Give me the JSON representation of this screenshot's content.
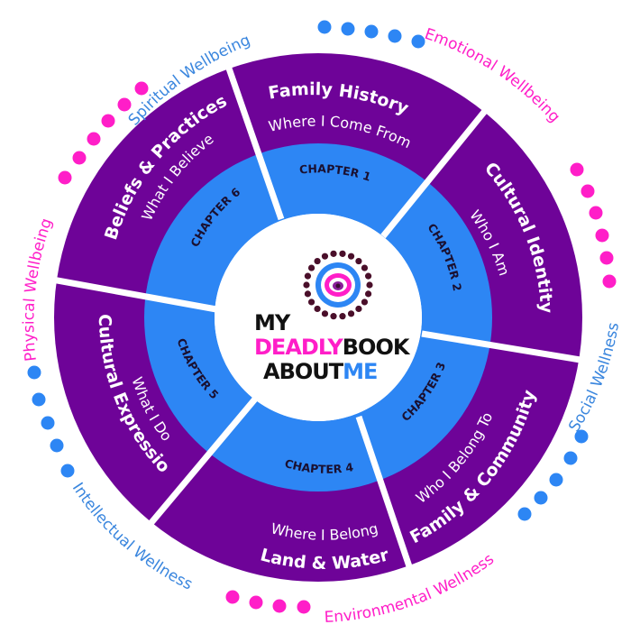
{
  "colors": {
    "purple": "#6e0398",
    "blue": "#2d86f4",
    "pink": "#ff1ec8",
    "label_blue": "#3a86de",
    "white": "#ffffff",
    "black": "#111111",
    "logo_maroon": "#4a0f2a",
    "logo_green": "#5ce05a"
  },
  "logo": {
    "line1": "MY",
    "line2a": "DEADLY",
    "line2b": "BOOK",
    "line3a": "ABOUT",
    "line3b": "ME"
  },
  "chapters": [
    {
      "chapter": "CHAPTER 1",
      "title": "Family History",
      "subtitle": "Where I Come From"
    },
    {
      "chapter": "CHAPTER 2",
      "title": "Cultural Identity",
      "subtitle": "Who I Am"
    },
    {
      "chapter": "CHAPTER 3",
      "title": "Family & Community",
      "subtitle": "Who I Belong To"
    },
    {
      "chapter": "CHAPTER 4",
      "title": "Land & Water",
      "subtitle": "Where I Belong"
    },
    {
      "chapter": "CHAPTER 5",
      "title": "Cultural Expression",
      "subtitle": "What I Do"
    },
    {
      "chapter": "CHAPTER 6",
      "title": "Beliefs & Practices",
      "subtitle": "What I Believe"
    }
  ],
  "wellness": [
    {
      "label": "Spiritual Wellbeing",
      "color": "blue"
    },
    {
      "label": "Emotional Wellbeing",
      "color": "pink"
    },
    {
      "label": "Social Wellness",
      "color": "blue"
    },
    {
      "label": "Environmental Wellness",
      "color": "pink"
    },
    {
      "label": "Intellectual Wellness",
      "color": "blue"
    },
    {
      "label": "Physical Wellbeing",
      "color": "pink"
    }
  ]
}
